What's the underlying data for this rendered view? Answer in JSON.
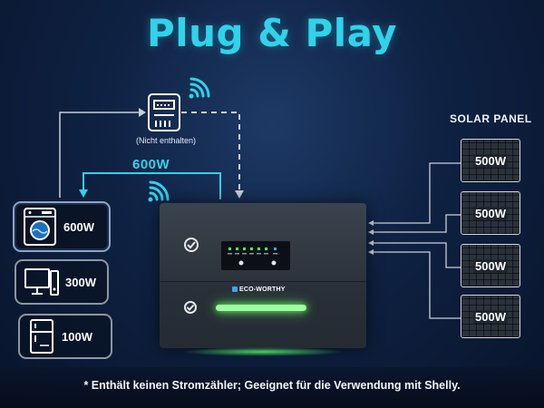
{
  "title": "Plug & Play",
  "meter": {
    "caption": "(Nicht enthalten)",
    "icon": "smart-meter-icon"
  },
  "flow_label": "600W",
  "solar": {
    "title": "SOLAR PANEL",
    "panels": [
      "500W",
      "500W",
      "500W",
      "500W"
    ]
  },
  "appliances": [
    {
      "icon": "washing-machine-icon",
      "watt": "600W"
    },
    {
      "icon": "desktop-computer-icon",
      "watt": "300W"
    },
    {
      "icon": "refrigerator-icon",
      "watt": "100W"
    }
  ],
  "device": {
    "brand": "ECO-WORTHY"
  },
  "footer": "* Enthält keinen Stromzähler; Geeignet für die Verwendung mit Shelly.",
  "colors": {
    "accent": "#2fd3ea",
    "led": "#9dff9d",
    "background": "#0f2142"
  }
}
